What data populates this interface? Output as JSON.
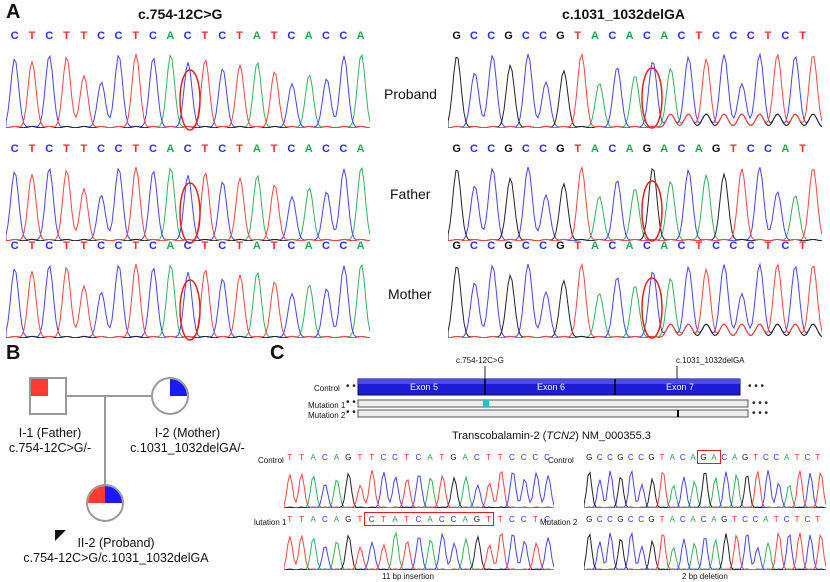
{
  "panels": {
    "a": "A",
    "b": "B",
    "c": "C"
  },
  "panel_a": {
    "left_title": "c.754-12C>G",
    "right_title": "c.1031_1032delGA",
    "rows": [
      {
        "role": "Proband",
        "left_seq": "CTCTTCCTCACTCTATCACCA",
        "right_seq": "GCCGCCGTACACACTCCCTCT"
      },
      {
        "role": "Father",
        "left_seq": "CTCTTCCTCACTCTATCACCA",
        "right_seq": "GCCGCCGTACAGACAGTCCAT"
      },
      {
        "role": "Mother",
        "left_seq": "CTCTTCCTCACTCTATCACCA",
        "right_seq": "GCCGCCGTACACACTCCCTCT"
      }
    ]
  },
  "pedigree": {
    "father": {
      "line1": "I-1 (Father)",
      "line2": "c.754-12C>G/-"
    },
    "mother": {
      "line1": "I-2 (Mother)",
      "line2": "c.1031_1032delGA/-"
    },
    "proband": {
      "line1": "II-2 (Proband)",
      "line2": "c.754-12C>G/c.1031_1032delGA"
    },
    "colors": {
      "mutation_paternal": "#ff3b30",
      "mutation_maternal": "#1a1aff"
    }
  },
  "panel_c": {
    "mutation_label_left": "c.754-12C>G",
    "mutation_label_right": "c.1031_1032delGA",
    "track_labels": [
      "Control",
      "Mutation 1",
      "Mutation 2"
    ],
    "exons": [
      "Exon 5",
      "Exon 6",
      "Exon 7"
    ],
    "gene_caption_pre": "Transcobalamin-2 (",
    "gene_caption_italic": "TCN2",
    "gene_caption_post": ") NM_000355.3",
    "left_control_label": "Control",
    "left_control_seq": "TTACAGTTCCTCATGACTTCCCC",
    "left_mut_label": "lutation 1",
    "left_mut_seq": "TTACAGTCTATCACCAGTTCCTC",
    "left_caption": "11 bp insertion",
    "right_control_label": "Control",
    "right_control_seq": "GCCGCCGTACAGACAGTCCATCT",
    "right_mut_label": "Mutation 2",
    "right_mut_seq": "GCCGCCGTACACAGTCCATCTCT",
    "right_caption": "2 bp deletion"
  },
  "colors": {
    "A": "#1fa84f",
    "C": "#2b2bff",
    "G": "#111111",
    "T": "#ff2a2a",
    "highlight": "#e32020",
    "exon": "#1d1dd6"
  }
}
